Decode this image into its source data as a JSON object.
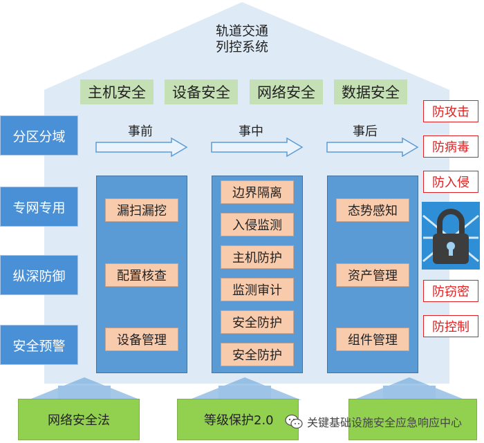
{
  "title": {
    "line1": "轨道交通",
    "line2": "列控系统"
  },
  "security_domains": [
    "主机安全",
    "设备安全",
    "网络安全",
    "数据安全"
  ],
  "strategies": [
    "分区分域",
    "专网专用",
    "纵深防御",
    "安全预警"
  ],
  "phases": [
    "事前",
    "事中",
    "事后"
  ],
  "columns": {
    "before": [
      "漏扫漏挖",
      "配置核查",
      "设备管理"
    ],
    "during": [
      "边界隔离",
      "入侵监测",
      "主机防护",
      "监测审计",
      "安全防护",
      "安全防护"
    ],
    "after": [
      "态势感知",
      "资产管理",
      "组件管理"
    ]
  },
  "protections": [
    "防攻击",
    "防病毒",
    "防入侵",
    "防窃密",
    "防控制"
  ],
  "foundations": [
    "网络安全法",
    "等级保护2.0",
    ""
  ],
  "watermark": "关键基础设施安全应急响应中心",
  "colors": {
    "house": "#deebf7",
    "column_blue": "#5b9bd5",
    "left_box_blue": "#4a90d6",
    "item_peach": "#f8cbad",
    "tag_green": "#c5e0b4",
    "bottom_green": "#92d050",
    "alert_red": "#e02020",
    "lock_bg": "#2e8fd6"
  },
  "icons": [
    "arrow-right-icon",
    "arrow-up-icon",
    "padlock-chain-icon",
    "wechat-icon"
  ]
}
